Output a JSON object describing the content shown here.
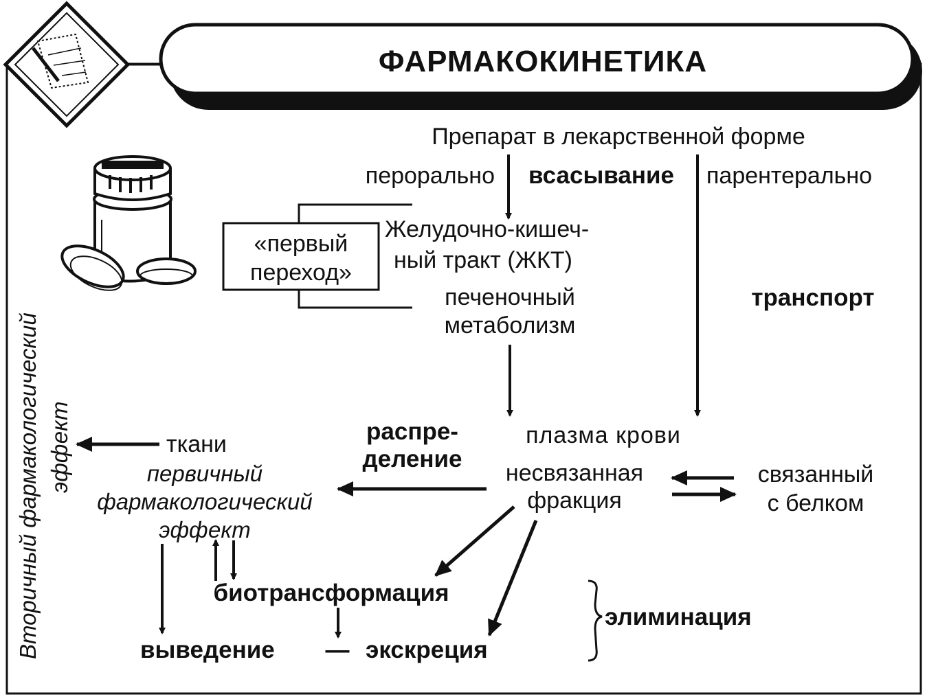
{
  "title": "ФАРМАКОКИНЕТИКА",
  "drug_form": "Препарат в лекарственной форме",
  "oral": "перорально",
  "absorption": "всасывание",
  "parenteral": "парентерально",
  "first_pass": [
    "«первый",
    "переход»"
  ],
  "git": [
    "Желудочно-кишеч-",
    "ный тракт (ЖКТ)"
  ],
  "hepatic": [
    "печеночный",
    "метаболизм"
  ],
  "transport": "транспорт",
  "plasma": "плазма крови",
  "distribution": [
    "распре-",
    "деление"
  ],
  "unbound": [
    "несвязанная",
    "фракция"
  ],
  "bound": [
    "связанный",
    "с белком"
  ],
  "tissues": "ткани",
  "primary_effect": [
    "первичный",
    "фармакологический",
    "эффект"
  ],
  "secondary_effect": [
    "Вторичный фармакологический",
    "эффект"
  ],
  "biotransformation": "биотрансформация",
  "elimination": "элиминация",
  "removal": "выведение",
  "dash": "—",
  "excretion": "экскреция",
  "icons": [
    "document-diamond-icon",
    "pill-bottle-icon"
  ]
}
